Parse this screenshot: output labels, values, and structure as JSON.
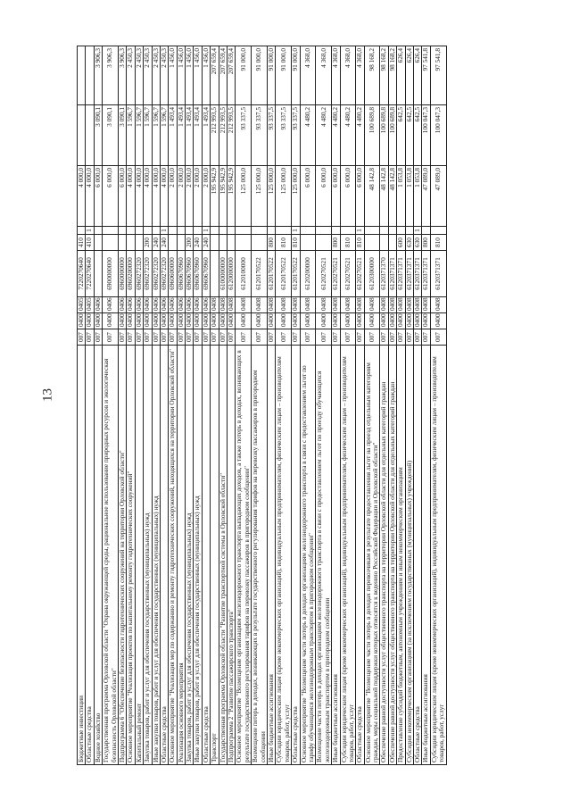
{
  "page_number": "13",
  "table": {
    "rows": [
      {
        "name": "Бюджетные инвестиции",
        "ministry": "007",
        "section": "0400",
        "subsection": "0405",
        "target": "7220270640",
        "expense": "410",
        "flag": "",
        "v1": "4 000,0",
        "v2": "",
        "v3": ""
      },
      {
        "name": "Областные средства",
        "ministry": "007",
        "section": "0400",
        "subsection": "0405",
        "target": "7220270640",
        "expense": "410",
        "flag": "1",
        "v1": "4 000,0",
        "v2": "",
        "v3": ""
      },
      {
        "name": "Водное хозяйство",
        "ministry": "007",
        "section": "0400",
        "subsection": "0406",
        "target": "",
        "expense": "",
        "flag": "",
        "v1": "6 000,0",
        "v2": "3 090,1",
        "v3": "3 906,3"
      },
      {
        "name": "Государственная программа Орловской области \"Охрана окружающей среды, рациональное использование природных ресурсов и экологическая безопасность Орловской области\"",
        "ministry": "007",
        "section": "0400",
        "subsection": "0406",
        "target": "6900000000",
        "expense": "",
        "flag": "",
        "v1": "6 000,0",
        "v2": "3 090,1",
        "v3": "3 906,3"
      },
      {
        "name": "Подпрограмма 6 \"Обеспечение безопасности гидротехнических сооружений на территории Орловской области\"",
        "ministry": "007",
        "section": "0400",
        "subsection": "0406",
        "target": "6960000000",
        "expense": "",
        "flag": "",
        "v1": "6 000,0",
        "v2": "3 090,1",
        "v3": "3 906,3"
      },
      {
        "name": "Основное мероприятие \"Реализация проектов по капитальному ремонту гидротехнических сооружений\"",
        "ministry": "007",
        "section": "0400",
        "subsection": "0406",
        "target": "6960200000",
        "expense": "",
        "flag": "",
        "v1": "4 000,0",
        "v2": "1 596,7",
        "v3": "2 450,3"
      },
      {
        "name": "Капитальный ремонт",
        "ministry": "007",
        "section": "0400",
        "subsection": "0406",
        "target": "6960272320",
        "expense": "",
        "flag": "",
        "v1": "4 000,0",
        "v2": "1 596,7",
        "v3": "2 450,3"
      },
      {
        "name": "Закупка товаров, работ и услуг для обеспечения государственных (муниципальных) нужд",
        "ministry": "007",
        "section": "0400",
        "subsection": "0406",
        "target": "6960272320",
        "expense": "200",
        "flag": "",
        "v1": "4 000,0",
        "v2": "1 596,7",
        "v3": "2 450,3"
      },
      {
        "name": "Иные закупки товаров, работ и услуг для обеспечения государственных (муниципальных) нужд",
        "ministry": "007",
        "section": "0400",
        "subsection": "0406",
        "target": "6960272320",
        "expense": "240",
        "flag": "",
        "v1": "4 000,0",
        "v2": "1 596,7",
        "v3": "2 450,3"
      },
      {
        "name": "Областные средства",
        "ministry": "007",
        "section": "0400",
        "subsection": "0406",
        "target": "6960272320",
        "expense": "240",
        "flag": "1",
        "v1": "4 000,0",
        "v2": "1 596,7",
        "v3": "2 450,3"
      },
      {
        "name": "Основное мероприятие \"Реализация мер по содержанию и ремонту гидротехнических сооружений, находящихся на территории Орловской области\"",
        "ministry": "007",
        "section": "0400",
        "subsection": "0406",
        "target": "6960600000",
        "expense": "",
        "flag": "",
        "v1": "2 000,0",
        "v2": "1 493,4",
        "v3": "1 456,0"
      },
      {
        "name": "Реализация основного мероприятия",
        "ministry": "007",
        "section": "0400",
        "subsection": "0406",
        "target": "6960670960",
        "expense": "",
        "flag": "",
        "v1": "2 000,0",
        "v2": "1 493,4",
        "v3": "1 456,0"
      },
      {
        "name": "Закупка товаров, работ и услуг для обеспечения государственных (муниципальных) нужд",
        "ministry": "007",
        "section": "0400",
        "subsection": "0406",
        "target": "6960670960",
        "expense": "200",
        "flag": "",
        "v1": "2 000,0",
        "v2": "1 493,4",
        "v3": "1 456,0"
      },
      {
        "name": "Иные закупки товаров, работ и услуг для обеспечения государственных (муниципальных) нужд",
        "ministry": "007",
        "section": "0400",
        "subsection": "0406",
        "target": "6960670960",
        "expense": "240",
        "flag": "",
        "v1": "2 000,0",
        "v2": "1 493,4",
        "v3": "1 456,0"
      },
      {
        "name": "Областные средства",
        "ministry": "007",
        "section": "0400",
        "subsection": "0406",
        "target": "6960670960",
        "expense": "240",
        "flag": "1",
        "v1": "2 000,0",
        "v2": "1 493,4",
        "v3": "1 456,0"
      },
      {
        "name": "Транспорт",
        "ministry": "007",
        "section": "0400",
        "subsection": "0408",
        "target": "",
        "expense": "",
        "flag": "",
        "v1": "195 942,9",
        "v2": "212 993,5",
        "v3": "207 659,4"
      },
      {
        "name": "Государственная программа Орловской области \"Развитие транспортной системы в Орловской области\"",
        "ministry": "007",
        "section": "0400",
        "subsection": "0408",
        "target": "6100000000",
        "expense": "",
        "flag": "",
        "v1": "195 942,9",
        "v2": "212 993,5",
        "v3": "207 659,4"
      },
      {
        "name": "Подпрограмма 2 \"Развитие пассажирского транспорта\"",
        "ministry": "007",
        "section": "0400",
        "subsection": "0408",
        "target": "6120000000",
        "expense": "",
        "flag": "",
        "v1": "195 942,9",
        "v2": "212 993,5",
        "v3": "207 659,4"
      },
      {
        "name": "Основное мероприятие \"Возмещение организациям железнодорожного транспорта выпадающих доходов, а также потерь в доходах, возникающих в результате государственного регулирования тарифов на перевозку пассажиров в пригородном сообщении\"",
        "ministry": "007",
        "section": "0400",
        "subsection": "0408",
        "target": "6120100000",
        "expense": "",
        "flag": "",
        "v1": "125 000,0",
        "v2": "93 337,5",
        "v3": "91 000,0"
      },
      {
        "name": "Возмещение потерь в доходах, возникающих в результате государственного регулирования тарифов на перевозку пассажиров в пригородном сообщении",
        "ministry": "007",
        "section": "0400",
        "subsection": "0408",
        "target": "6120170522",
        "expense": "",
        "flag": "",
        "v1": "125 000,0",
        "v2": "93 337,5",
        "v3": "91 000,0"
      },
      {
        "name": "Иные бюджетные ассигнования",
        "ministry": "007",
        "section": "0400",
        "subsection": "0408",
        "target": "6120170522",
        "expense": "800",
        "flag": "",
        "v1": "125 000,0",
        "v2": "93 337,5",
        "v3": "91 000,0"
      },
      {
        "name": "Субсидии юридическим лицам (кроме некоммерческих организаций), индивидуальным предпринимателям, физическим лицам – производителям товаров, работ, услуг",
        "ministry": "007",
        "section": "0400",
        "subsection": "0408",
        "target": "6120170522",
        "expense": "810",
        "flag": "",
        "v1": "125 000,0",
        "v2": "93 337,5",
        "v3": "91 000,0"
      },
      {
        "name": "Областные средства",
        "ministry": "007",
        "section": "0400",
        "subsection": "0408",
        "target": "6120170522",
        "expense": "810",
        "flag": "1",
        "v1": "125 000,0",
        "v2": "93 337,5",
        "v3": "91 000,0"
      },
      {
        "name": "Основное мероприятие \"Возмещение части потерь в доходах организациям железнодорожного транспорта в связи с предоставлением льгот по тарифу обучающимся железнодорожным транспортом в пригородном сообщении\"",
        "ministry": "007",
        "section": "0400",
        "subsection": "0408",
        "target": "6120200000",
        "expense": "",
        "flag": "",
        "v1": "6 000,0",
        "v2": "4 480,2",
        "v3": "4 368,0"
      },
      {
        "name": "Возмещение части потерь в доходах организациям железнодорожного транспорта в связи с предоставлением льгот по проезду обучающихся железнодорожным транспортом в пригородном сообщении",
        "ministry": "007",
        "section": "0400",
        "subsection": "0408",
        "target": "6120270521",
        "expense": "",
        "flag": "",
        "v1": "6 000,0",
        "v2": "4 480,2",
        "v3": "4 368,0"
      },
      {
        "name": "Иные бюджетные ассигнования",
        "ministry": "007",
        "section": "0400",
        "subsection": "0408",
        "target": "6120270521",
        "expense": "800",
        "flag": "",
        "v1": "6 000,0",
        "v2": "4 480,2",
        "v3": "4 368,0"
      },
      {
        "name": "Субсидии юридическим лицам (кроме некоммерческих организаций), индивидуальным предпринимателям, физическим лицам – производителям товаров, работ, услуг",
        "ministry": "007",
        "section": "0400",
        "subsection": "0408",
        "target": "6120270521",
        "expense": "810",
        "flag": "",
        "v1": "6 000,0",
        "v2": "4 480,2",
        "v3": "4 368,0"
      },
      {
        "name": "Областные средства",
        "ministry": "007",
        "section": "0400",
        "subsection": "0408",
        "target": "6120270521",
        "expense": "810",
        "flag": "1",
        "v1": "6 000,0",
        "v2": "4 480,2",
        "v3": "4 368,0"
      },
      {
        "name": "Основное мероприятие \"Возмещение части потерь в доходах перевозчикам в результате предоставления льгот на проезд отдельным категориям граждан, меры социальной поддержки которых относятся к ведению Российской Федерации и Орловской области\"",
        "ministry": "007",
        "section": "0400",
        "subsection": "0408",
        "target": "6120300000",
        "expense": "",
        "flag": "",
        "v1": "48 142,8",
        "v2": "100 689,8",
        "v3": "98 168,2"
      },
      {
        "name": "Обеспечение равной доступности услуг общественного транспорта на территории Орловской области для отдельных категорий граждан",
        "ministry": "007",
        "section": "0400",
        "subsection": "0408",
        "target": "6120371370",
        "expense": "",
        "flag": "",
        "v1": "48 142,8",
        "v2": "100 689,8",
        "v3": "98 168,2"
      },
      {
        "name": "Обеспечение равной доступности услуг общественного транспорта на территории Орловской области для отдельных категорий граждан",
        "ministry": "007",
        "section": "0400",
        "subsection": "0408",
        "target": "6120371371",
        "expense": "",
        "flag": "",
        "v1": "48 142,8",
        "v2": "100 689,8",
        "v3": "98 168,2"
      },
      {
        "name": "Предоставление субсидий бюджетным, автономным учреждениям и иным некоммерческим организациям",
        "ministry": "007",
        "section": "0400",
        "subsection": "0408",
        "target": "6120371371",
        "expense": "600",
        "flag": "",
        "v1": "1 053,8",
        "v2": "642,5",
        "v3": "626,4"
      },
      {
        "name": "Субсидии некоммерческим организациям (за исключением государственных (муниципальных) учреждений)",
        "ministry": "007",
        "section": "0400",
        "subsection": "0408",
        "target": "6120371371",
        "expense": "630",
        "flag": "",
        "v1": "1 053,8",
        "v2": "642,5",
        "v3": "626,4"
      },
      {
        "name": "Областные средства",
        "ministry": "007",
        "section": "0400",
        "subsection": "0408",
        "target": "6120371371",
        "expense": "630",
        "flag": "1",
        "v1": "1 053,8",
        "v2": "642,5",
        "v3": "626,4"
      },
      {
        "name": "Иные бюджетные ассигнования",
        "ministry": "007",
        "section": "0400",
        "subsection": "0408",
        "target": "6120371371",
        "expense": "800",
        "flag": "",
        "v1": "47 089,0",
        "v2": "100 047,3",
        "v3": "97 541,8"
      },
      {
        "name": "Субсидии юридическим лицам (кроме некоммерческих организаций), индивидуальным предпринимателям, физическим лицам – производителям товаров, работ, услуг",
        "ministry": "007",
        "section": "0400",
        "subsection": "0408",
        "target": "6120371371",
        "expense": "810",
        "flag": "",
        "v1": "47 089,0",
        "v2": "100 047,3",
        "v3": "97 541,8"
      }
    ]
  }
}
